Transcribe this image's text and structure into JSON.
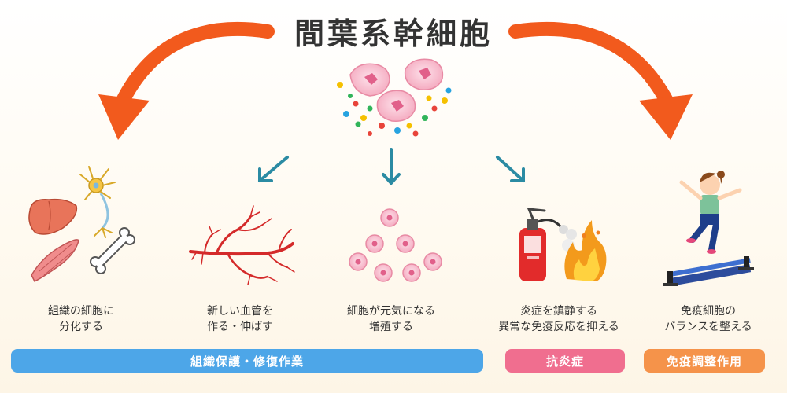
{
  "title": "間葉系幹細胞",
  "functions": [
    {
      "line1": "組織の細胞に",
      "line2": "分化する"
    },
    {
      "line1": "新しい血管を",
      "line2": "作る・伸ばす"
    },
    {
      "line1": "細胞が元気になる",
      "line2": "増殖する"
    },
    {
      "line1": "炎症を鎮静する",
      "line2": "異常な免疫反応を抑える"
    },
    {
      "line1": "免疫細胞の",
      "line2": "バランスを整える"
    }
  ],
  "categories": [
    {
      "label": "組織保護・修復作業",
      "color": "#4da6e8"
    },
    {
      "label": "抗炎症",
      "color": "#f06e8f"
    },
    {
      "label": "免疫調整作用",
      "color": "#f5934a"
    }
  ],
  "colors": {
    "arrow_orange": "#f25a1d",
    "arrow_teal": "#2b8ba3",
    "cell_pink": "#f2a0b5"
  }
}
